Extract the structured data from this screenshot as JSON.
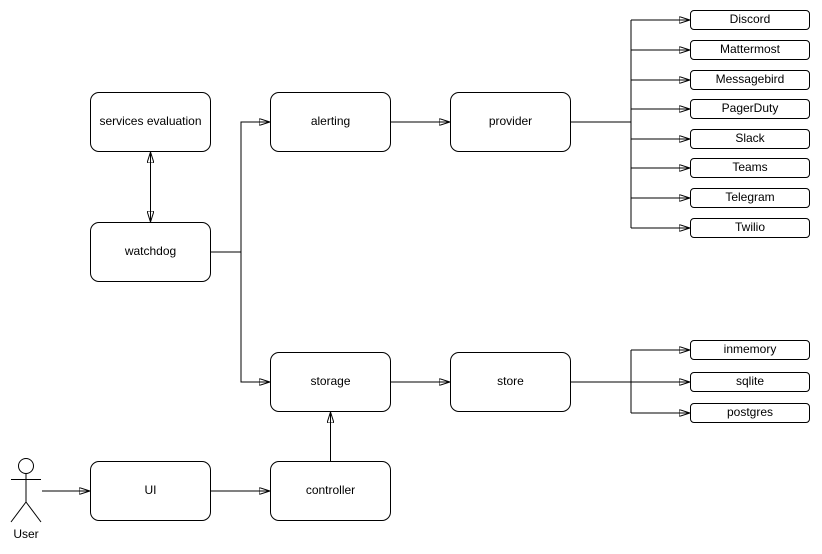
{
  "diagram": {
    "nodes": {
      "services_evaluation": "services evaluation",
      "watchdog": "watchdog",
      "alerting": "alerting",
      "provider": "provider",
      "storage": "storage",
      "store": "store",
      "ui": "UI",
      "controller": "controller"
    },
    "providers": [
      "Discord",
      "Mattermost",
      "Messagebird",
      "PagerDuty",
      "Slack",
      "Teams",
      "Telegram",
      "Twilio"
    ],
    "stores": [
      "inmemory",
      "sqlite",
      "postgres"
    ],
    "actor": {
      "label": "User"
    },
    "edges": [
      {
        "from": "services evaluation",
        "to": "watchdog",
        "bidirectional": true
      },
      {
        "from": "watchdog",
        "to": "alerting"
      },
      {
        "from": "watchdog",
        "to": "storage"
      },
      {
        "from": "alerting",
        "to": "provider"
      },
      {
        "from": "provider",
        "to": "Discord"
      },
      {
        "from": "provider",
        "to": "Mattermost"
      },
      {
        "from": "provider",
        "to": "Messagebird"
      },
      {
        "from": "provider",
        "to": "PagerDuty"
      },
      {
        "from": "provider",
        "to": "Slack"
      },
      {
        "from": "provider",
        "to": "Teams"
      },
      {
        "from": "provider",
        "to": "Telegram"
      },
      {
        "from": "provider",
        "to": "Twilio"
      },
      {
        "from": "storage",
        "to": "store"
      },
      {
        "from": "store",
        "to": "inmemory"
      },
      {
        "from": "store",
        "to": "sqlite"
      },
      {
        "from": "store",
        "to": "postgres"
      },
      {
        "from": "controller",
        "to": "storage"
      },
      {
        "from": "UI",
        "to": "controller"
      },
      {
        "from": "User",
        "to": "UI"
      }
    ],
    "colors": {
      "stroke": "#000000",
      "node_fill": "#ffffff",
      "text": "#000000",
      "background": "#ffffff"
    }
  }
}
